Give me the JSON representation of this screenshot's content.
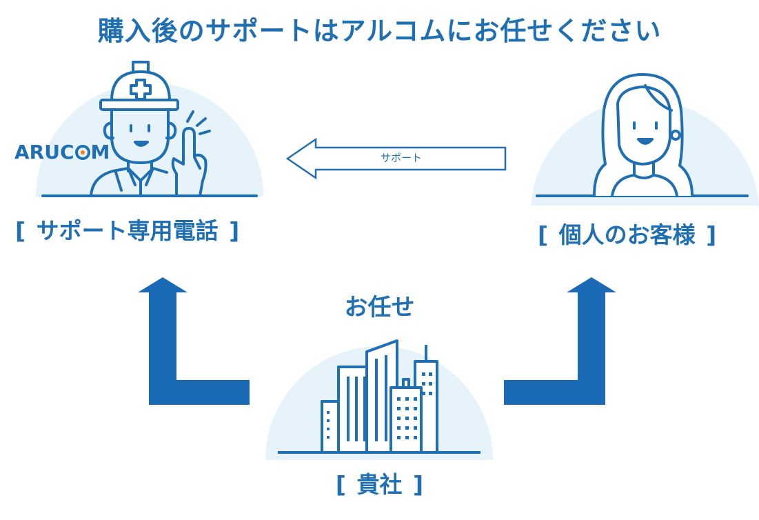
{
  "title": "購入後のサポートはアルコムにお任せください",
  "logo": {
    "text_prefix": "ARUC",
    "text_suffix": "M"
  },
  "support_arrow_label": "サポート",
  "nodes": {
    "support_phone": {
      "bracket_open": "[",
      "text": "サポート専用電話",
      "bracket_close": "]"
    },
    "individual": {
      "bracket_open": "[",
      "text": "個人のお客様",
      "bracket_close": "]"
    },
    "client": {
      "bracket_open": "[",
      "text": "貴社",
      "bracket_close": "]"
    }
  },
  "omakase_label": "お任せ",
  "colors": {
    "primary": "#1f6fb2",
    "circle_fill": "#e6f3fb",
    "accent": "#e8831d"
  }
}
